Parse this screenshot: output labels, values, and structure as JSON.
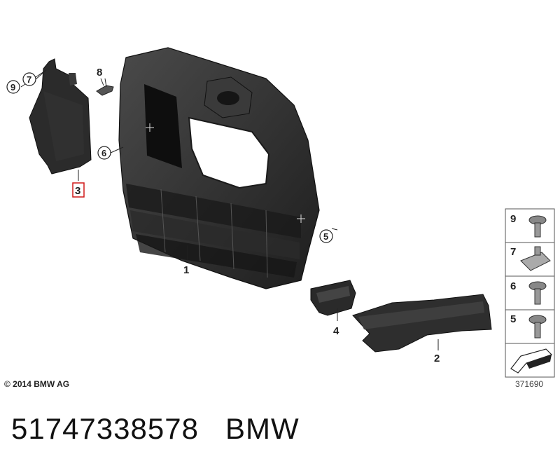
{
  "diagram": {
    "callouts": {
      "c1": "1",
      "c2": "2",
      "c3": "3",
      "c4": "4",
      "c5": "5",
      "c6": "6",
      "c7": "7",
      "c8": "8",
      "c9": "9"
    },
    "highlight_color": "#d11a1a"
  },
  "legend": {
    "items": [
      "9",
      "7",
      "6",
      "5"
    ]
  },
  "footer": {
    "copyright": "© 2014 BMW AG",
    "diagram_number": "371690",
    "part_number": "51747338578",
    "brand": "BMW"
  }
}
